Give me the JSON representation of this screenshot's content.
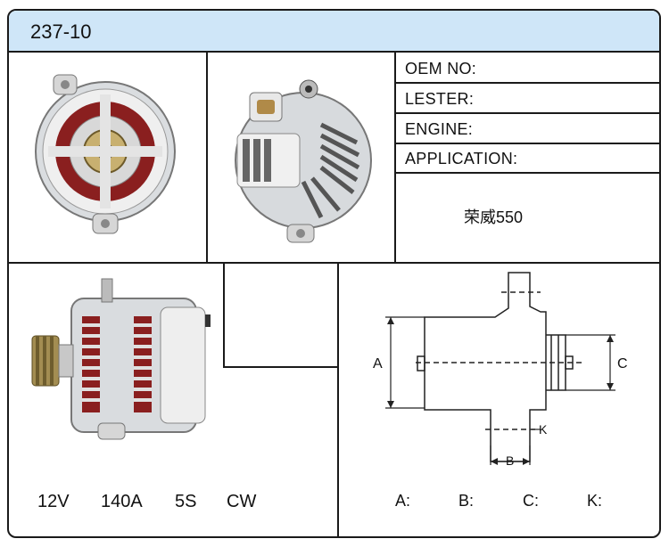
{
  "header": {
    "part_number": "237-10"
  },
  "info": {
    "oem_label": "OEM NO:",
    "lester_label": "LESTER:",
    "engine_label": "ENGINE:",
    "application_label": "APPLICATION:",
    "application_value": "荣威550"
  },
  "specs": {
    "voltage": "12V",
    "amperage": "140A",
    "pulley": "5S",
    "rotation": "CW"
  },
  "dimensions": {
    "labels": [
      "A:",
      "B:",
      "C:",
      "K:"
    ],
    "diagram_letters": {
      "a": "A",
      "b": "B",
      "c": "C",
      "k": "K"
    }
  },
  "images": {
    "front": "alternator-front-view",
    "rear": "alternator-rear-view",
    "side": "alternator-side-view"
  },
  "colors": {
    "header_bg": "#cfe6f8",
    "border": "#1a1a1a",
    "metal": "#c9ccd0",
    "winding": "#8a1f1f"
  }
}
